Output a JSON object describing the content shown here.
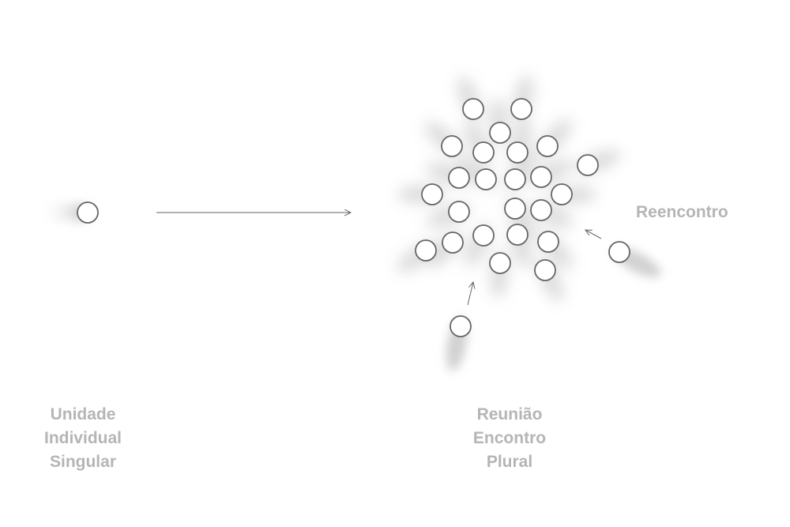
{
  "labels": {
    "left": [
      "Unidade",
      "Individual",
      "Singular"
    ],
    "center": [
      "Reunião",
      "Encontro",
      "Plural"
    ],
    "right": "Reencontro"
  },
  "colors": {
    "text": "#b5b5b5",
    "stroke": "#666666",
    "glow": "#c8c8c8"
  }
}
